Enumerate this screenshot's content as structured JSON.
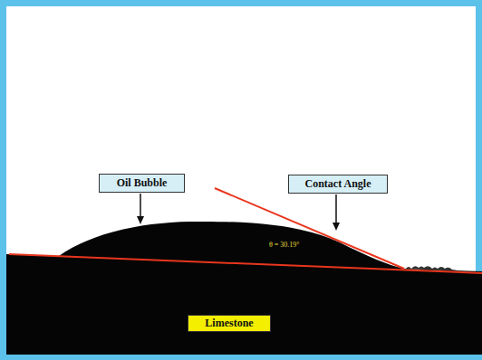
{
  "diagram": {
    "nodes": [
      {
        "text": [
          "Oil Bubble"
        ]
      },
      {
        "text": [
          "Contact Angle"
        ]
      },
      {
        "text": [
          "Limestone"
        ]
      }
    ],
    "labels": [
      "θ = 30.19°"
    ]
  }
}
